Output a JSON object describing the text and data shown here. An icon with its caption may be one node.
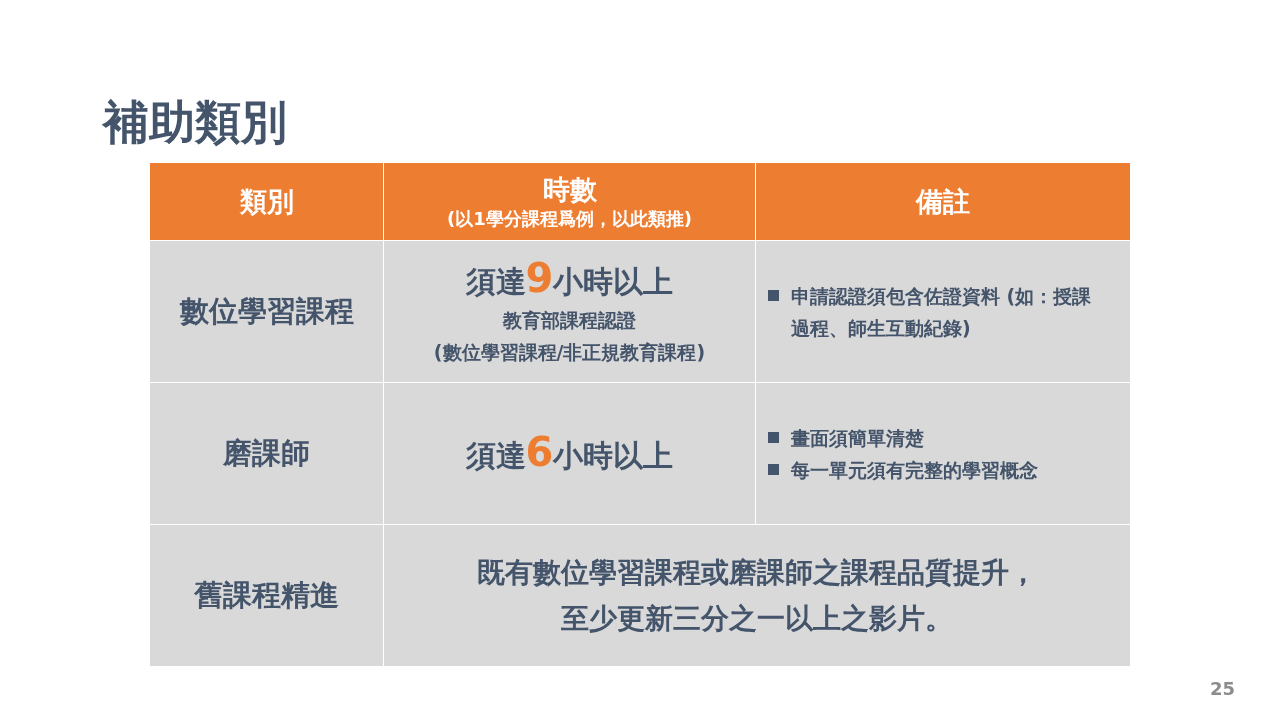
{
  "diagram": {
    "title": "補助類別",
    "labels": [
      "類別",
      "時數",
      "(以1學分課程爲例，以此類推)",
      "備註",
      "數位學習課程",
      "須達9小時以上",
      "教育部課程認證",
      "(數位學習課程/非正規教育課程)",
      "申請認證須包含佐證資料 (如：授課過程、師生互動紀錄)",
      "磨課師",
      "須達6小時以上",
      "畫面須簡單清楚",
      "每一單元須有完整的學習概念",
      "舊課程精進",
      "既有數位學習課程或磨課師之課程品質提升，至少更新三分之一以上之影片。",
      "25"
    ]
  }
}
